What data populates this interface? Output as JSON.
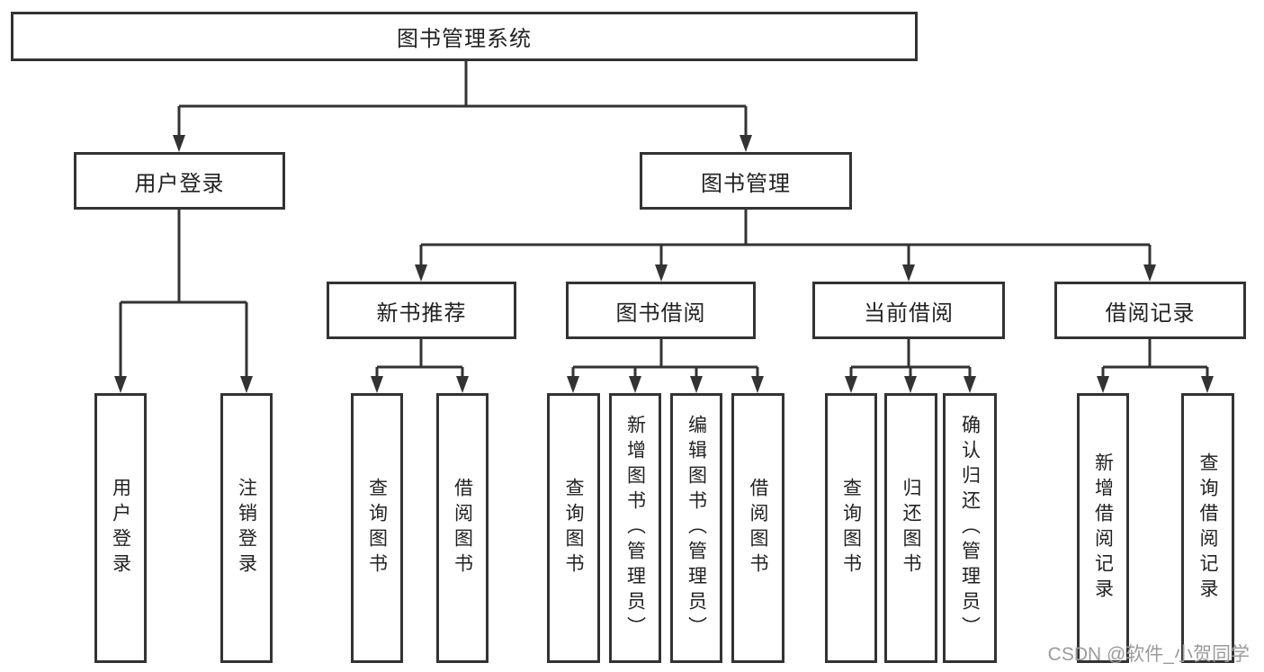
{
  "diagram": {
    "root": {
      "label": "图书管理系统"
    },
    "branches": [
      {
        "label": "用户登录",
        "children": [
          "用户登录",
          "注销登录"
        ]
      },
      {
        "label": "图书管理",
        "sections": [
          {
            "label": "新书推荐",
            "children": [
              "查询图书",
              "借阅图书"
            ]
          },
          {
            "label": "图书借阅",
            "children": [
              "查询图书",
              "新增图书（管理员）",
              "编辑图书（管理员）",
              "借阅图书"
            ]
          },
          {
            "label": "当前借阅",
            "children": [
              "查询图书",
              "归还图书",
              "确认归还（管理员）"
            ]
          },
          {
            "label": "借阅记录",
            "children": [
              "新增借阅记录",
              "查询借阅记录"
            ]
          }
        ]
      }
    ]
  },
  "watermark": {
    "text": "CSDN @软件_小贺同学"
  },
  "colors": {
    "line": "#333333",
    "border": "#333333",
    "text": "#222222",
    "background": "#ffffff",
    "watermark": "#9b9b9b"
  }
}
